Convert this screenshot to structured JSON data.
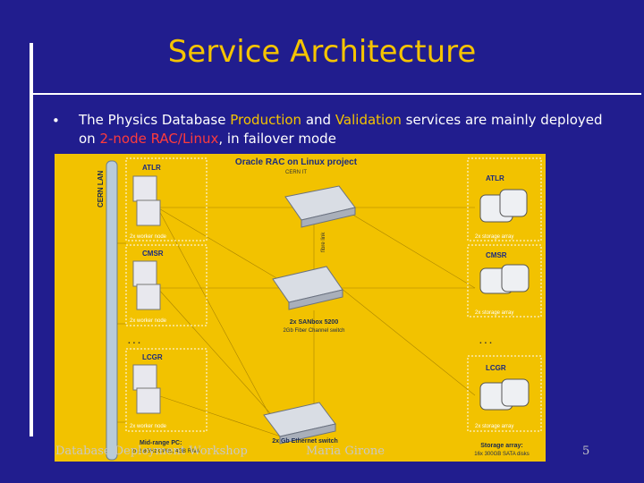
{
  "title": "Service Architecture",
  "body": {
    "p1": "The Physics Database ",
    "production": "Production",
    "p2": " and ",
    "validation": "Validation",
    "p3": " services are mainly deployed on ",
    "rac": "2-node RAC/Linux",
    "p4": ", in failover mode"
  },
  "diagram": {
    "title": "Oracle RAC on Linux project",
    "subtitle": "CERN IT",
    "lan_label": "CERN LAN",
    "left_groups": [
      {
        "name": "ATLR",
        "caption": "2x worker node"
      },
      {
        "name": "CMSR",
        "caption": "2x worker node"
      },
      {
        "name": "LCGR",
        "caption": "2x worker node"
      }
    ],
    "right_groups": [
      {
        "name": "ATLR",
        "caption": "2x storage array"
      },
      {
        "name": "CMSR",
        "caption": "2x storage array"
      },
      {
        "name": "LCGR",
        "caption": "2x storage array"
      }
    ],
    "ellipsis": ". . .",
    "fibre_label": "fibre link",
    "san_switch": "2x SANbox 5200",
    "san_switch2": "2Gb Fiber Channel switch",
    "eth_switch": "2x Gb Ethernet switch",
    "pc_label": "Mid-range PC:",
    "pc_label2": "2x 2.8GHz CPUs, 4GB RAM",
    "storage_label": "Storage array:",
    "storage_label2": "16x 300GB SATA disks"
  },
  "footer": {
    "left": "Database Deployment Workshop",
    "center": "Maria Girone",
    "page": "5"
  },
  "colors": {
    "background": "#211d8e",
    "accent": "#f5c400",
    "highlight": "#ff3b3b",
    "diagram_bg": "#f2c200"
  }
}
